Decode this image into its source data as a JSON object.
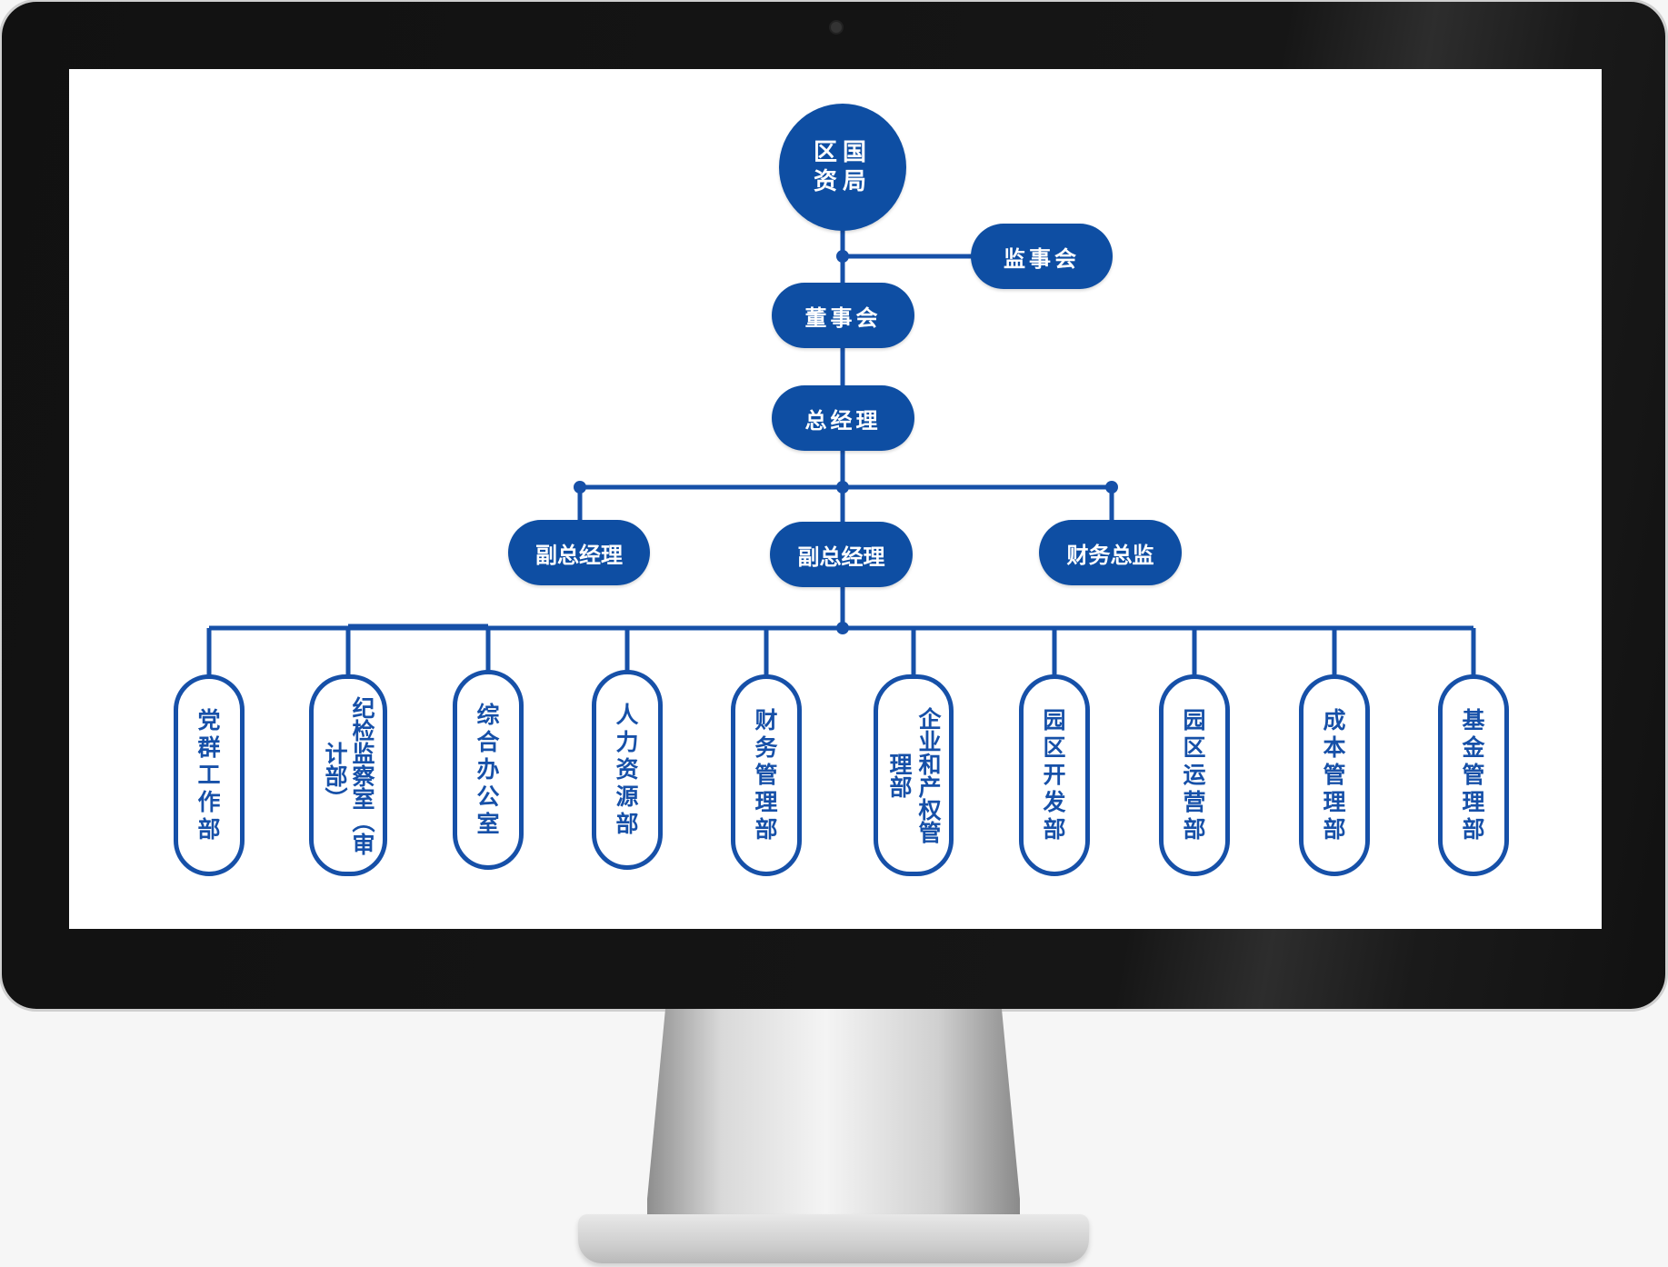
{
  "org": {
    "root": "区国资局",
    "supervisory_board": "监事会",
    "board": "董事会",
    "general_manager": "总经理",
    "deputies": [
      "副总经理",
      "副总经理",
      "财务总监"
    ],
    "departments": [
      "党群工作部",
      "纪检监察室（审计部）",
      "综合办公室",
      "人力资源部",
      "财务管理部",
      "企业和产权管理部",
      "园区开发部",
      "园区运营部",
      "成本管理部",
      "基金管理部"
    ]
  },
  "colors": {
    "node_fill": "#0e4ea3",
    "line": "#1650a8",
    "frame": "#111111",
    "screen": "#ffffff"
  }
}
